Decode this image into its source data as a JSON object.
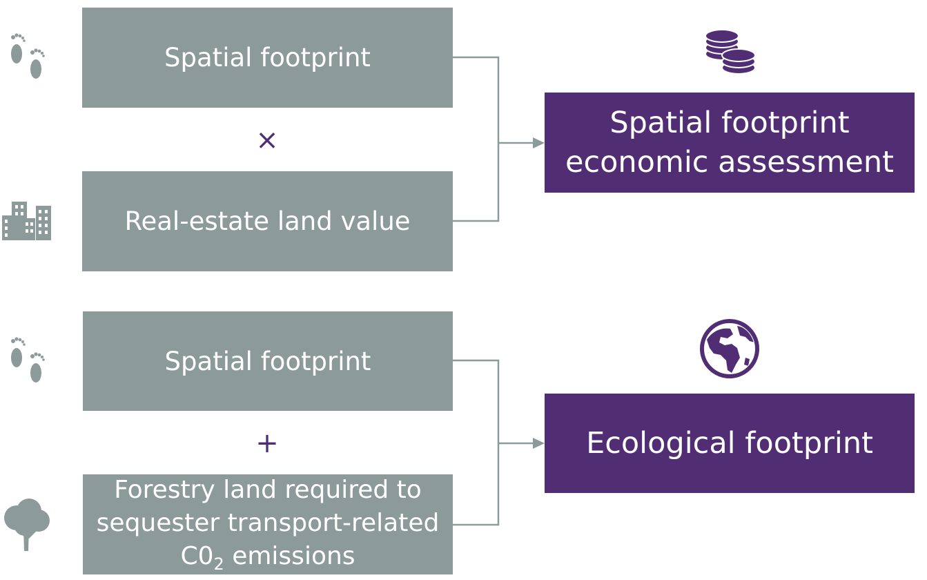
{
  "diagram": {
    "group1": {
      "input1": "Spatial footprint",
      "operator": "×",
      "input2": "Real-estate land value",
      "output_line1": "Spatial footprint",
      "output_line2": "economic assessment"
    },
    "group2": {
      "input1": "Spatial footprint",
      "operator": "+",
      "input2_line1": "Forestry land required to",
      "input2_line2": "sequester transport-related",
      "input2_line3_prefix": "C0",
      "input2_line3_sub": "2",
      "input2_line3_suffix": " emissions",
      "output": "Ecological footprint"
    },
    "icons": {
      "footprint": "footprints-icon",
      "buildings": "buildings-icon",
      "tree": "tree-icon",
      "coins": "coins-icon",
      "globe": "globe-icon"
    },
    "colors": {
      "grey_box": "#8c9b9a",
      "purple_box": "#512d74",
      "connector": "#8c9b9a"
    }
  }
}
